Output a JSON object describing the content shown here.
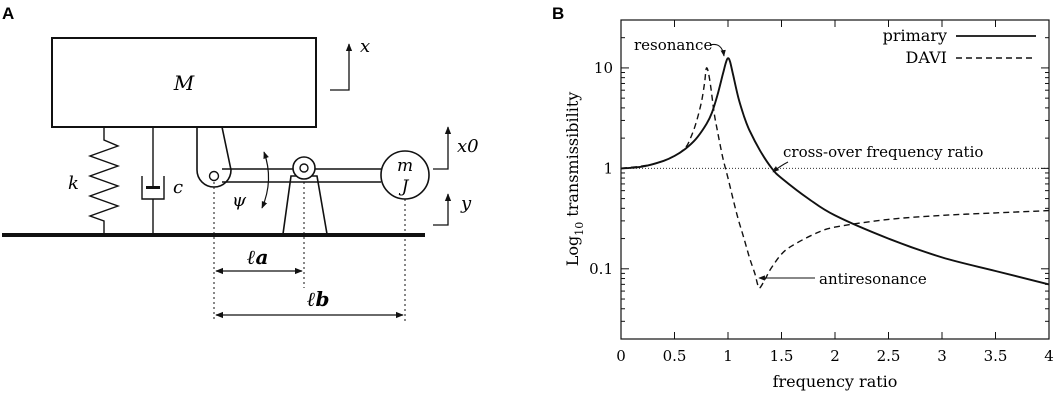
{
  "panels": {
    "a": {
      "label": "A",
      "symbols": {
        "mass": "M",
        "spring": "k",
        "damper": "c",
        "angle": "ψ",
        "small_mass": "m",
        "inertia": "J",
        "disp_mass": "x",
        "disp_small_mass": "x0",
        "disp_base": "y",
        "arm_a": "ℓa",
        "arm_b": "ℓb"
      }
    },
    "b": {
      "label": "B",
      "annotations": {
        "resonance": "resonance",
        "crossover": "cross-over frequency ratio",
        "antiresonance": "antiresonance"
      }
    }
  },
  "chart_data": {
    "type": "line",
    "xlabel": "frequency ratio",
    "ylabel": "Log10 transmissibility",
    "ylabel_parts": [
      "Log",
      "10",
      " transmissibility"
    ],
    "xlim": [
      0,
      4
    ],
    "ylim": [
      0.02,
      30
    ],
    "y_scale": "log",
    "grid": false,
    "legend_position": "top-right",
    "x_ticks": [
      0,
      0.5,
      1,
      1.5,
      2,
      2.5,
      3,
      3.5,
      4
    ],
    "x_tick_labels": [
      "0",
      "0.5",
      "1",
      "1.5",
      "2",
      "2.5",
      "3",
      "3.5",
      "4"
    ],
    "y_ticks": [
      0.1,
      1,
      10
    ],
    "y_tick_labels": [
      "0.1",
      "1",
      "10"
    ],
    "reference_line": {
      "y": 1,
      "style": "dotted"
    },
    "series": [
      {
        "name": "primary",
        "style": "solid",
        "x": [
          0,
          0.2,
          0.4,
          0.5,
          0.6,
          0.7,
          0.8,
          0.85,
          0.9,
          0.95,
          0.98,
          1.0,
          1.02,
          1.05,
          1.1,
          1.15,
          1.2,
          1.3,
          1.41,
          1.5,
          1.75,
          2.0,
          2.5,
          3.0,
          3.5,
          4.0
        ],
        "y": [
          1.0,
          1.04,
          1.19,
          1.33,
          1.56,
          1.96,
          2.78,
          3.6,
          5.3,
          8.5,
          11.3,
          12.5,
          11.5,
          8.3,
          4.9,
          3.3,
          2.4,
          1.5,
          1.0,
          0.8,
          0.5,
          0.34,
          0.2,
          0.13,
          0.095,
          0.07
        ]
      },
      {
        "name": "DAVI",
        "style": "dashed",
        "x": [
          0,
          0.3,
          0.5,
          0.6,
          0.65,
          0.7,
          0.75,
          0.78,
          0.8,
          0.83,
          0.87,
          0.9,
          0.95,
          1.0,
          1.05,
          1.1,
          1.15,
          1.2,
          1.25,
          1.28,
          1.3,
          1.35,
          1.4,
          1.5,
          1.6,
          1.8,
          2.0,
          2.5,
          3.0,
          3.5,
          4.0
        ],
        "y": [
          1.0,
          1.1,
          1.33,
          1.6,
          2.0,
          2.8,
          4.5,
          7.0,
          10.0,
          7.5,
          3.6,
          2.4,
          1.3,
          0.8,
          0.48,
          0.3,
          0.2,
          0.13,
          0.09,
          0.068,
          0.065,
          0.08,
          0.1,
          0.14,
          0.17,
          0.22,
          0.26,
          0.31,
          0.34,
          0.36,
          0.38
        ]
      }
    ]
  }
}
